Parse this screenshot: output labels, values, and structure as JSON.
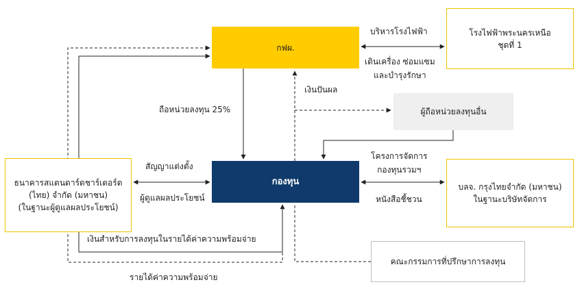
{
  "nodes": {
    "egat": "กฟผ.",
    "fund": "กองทุน",
    "plant": [
      "โรงไฟฟ้าพระนครเหนือ",
      "ชุดที่ 1"
    ],
    "holders": "ผู้ถือหน่วยลงทุนอื่น",
    "bank": [
      "ธนาคารสแตนดาร์ดชาร์เตอร์ด",
      "(ไทย) จำกัด (มหาชน)",
      "(ในฐานะผู้ดูแลผลประโยชน์)"
    ],
    "manager": [
      "บลจ. กรุงไทยจำกัด (มหาชน)",
      "ในฐานะบริษัทจัดการ"
    ],
    "committee": "คณะกรรมการที่ปรึกษาการลงทุน"
  },
  "edges": {
    "manage_plant": "บริหารโรงไฟฟ้า",
    "operate_maintain": [
      "เดินเครื่อง ซ่อมแซม",
      "และบำรุงรักษา"
    ],
    "dividend": "เงินปันผล",
    "hold_25": "ถือหน่วยลงทุน 25%",
    "fund_project": [
      "โครงการจัดการ",
      "กองทุนรวมฯ"
    ],
    "appointment_contract": "สัญญาแต่งตั้ง",
    "trustee": "ผู้ดูแลผลประโยชน์",
    "appointment_letter": "หนังสือชี้ชวน",
    "investment_in_revenue": "เงินสำหรับการลงทุนในรายได้ค่าความพร้อมจ่าย",
    "availability_revenue": "รายได้ค่าความพร้อมจ่าย"
  },
  "colors": {
    "egat_fill": "#ffcc00",
    "fund_fill": "#0f3a6b",
    "outline_yellow": "#f0c400",
    "holders_fill": "#efefef",
    "committee_border": "#bdbdbd",
    "line": "#222222"
  }
}
